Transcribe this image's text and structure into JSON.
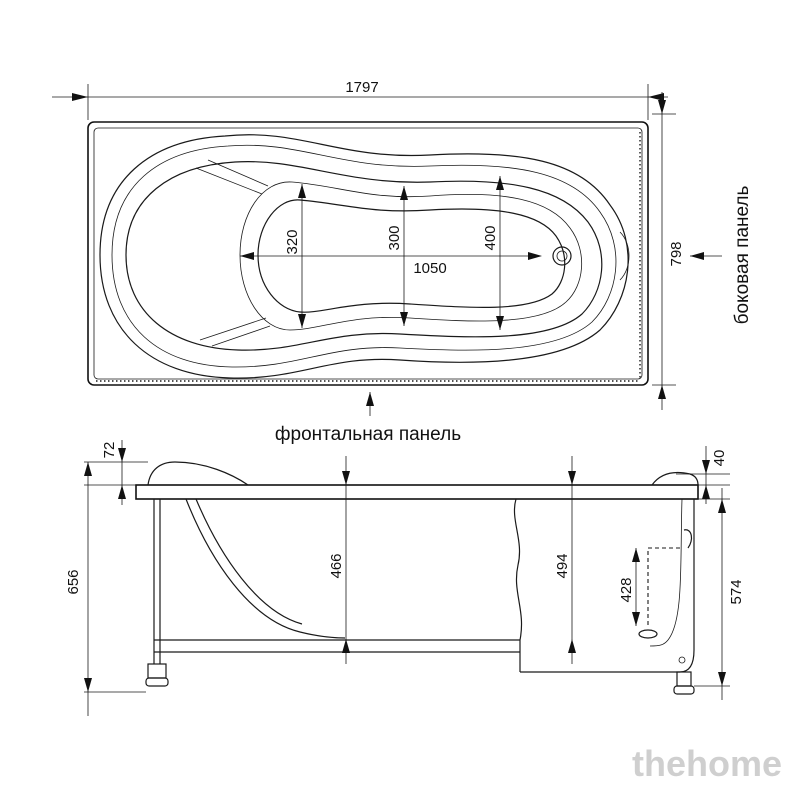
{
  "top_view": {
    "length_dim": "1797",
    "width_dim": "798",
    "inner_length_dim": "1050",
    "width_head_dim": "320",
    "width_middle_dim": "300",
    "width_foot_dim": "400",
    "side_panel_label": "боковая панель",
    "front_panel_label": "фронтальная панель"
  },
  "side_view": {
    "total_height_dim": "656",
    "rim_top_dim": "72",
    "depth_middle_dim": "466",
    "depth_right_dim": "494",
    "overflow_height_dim": "428",
    "rim_right_dim": "40",
    "panel_height_dim": "574"
  },
  "watermark": "thehome"
}
